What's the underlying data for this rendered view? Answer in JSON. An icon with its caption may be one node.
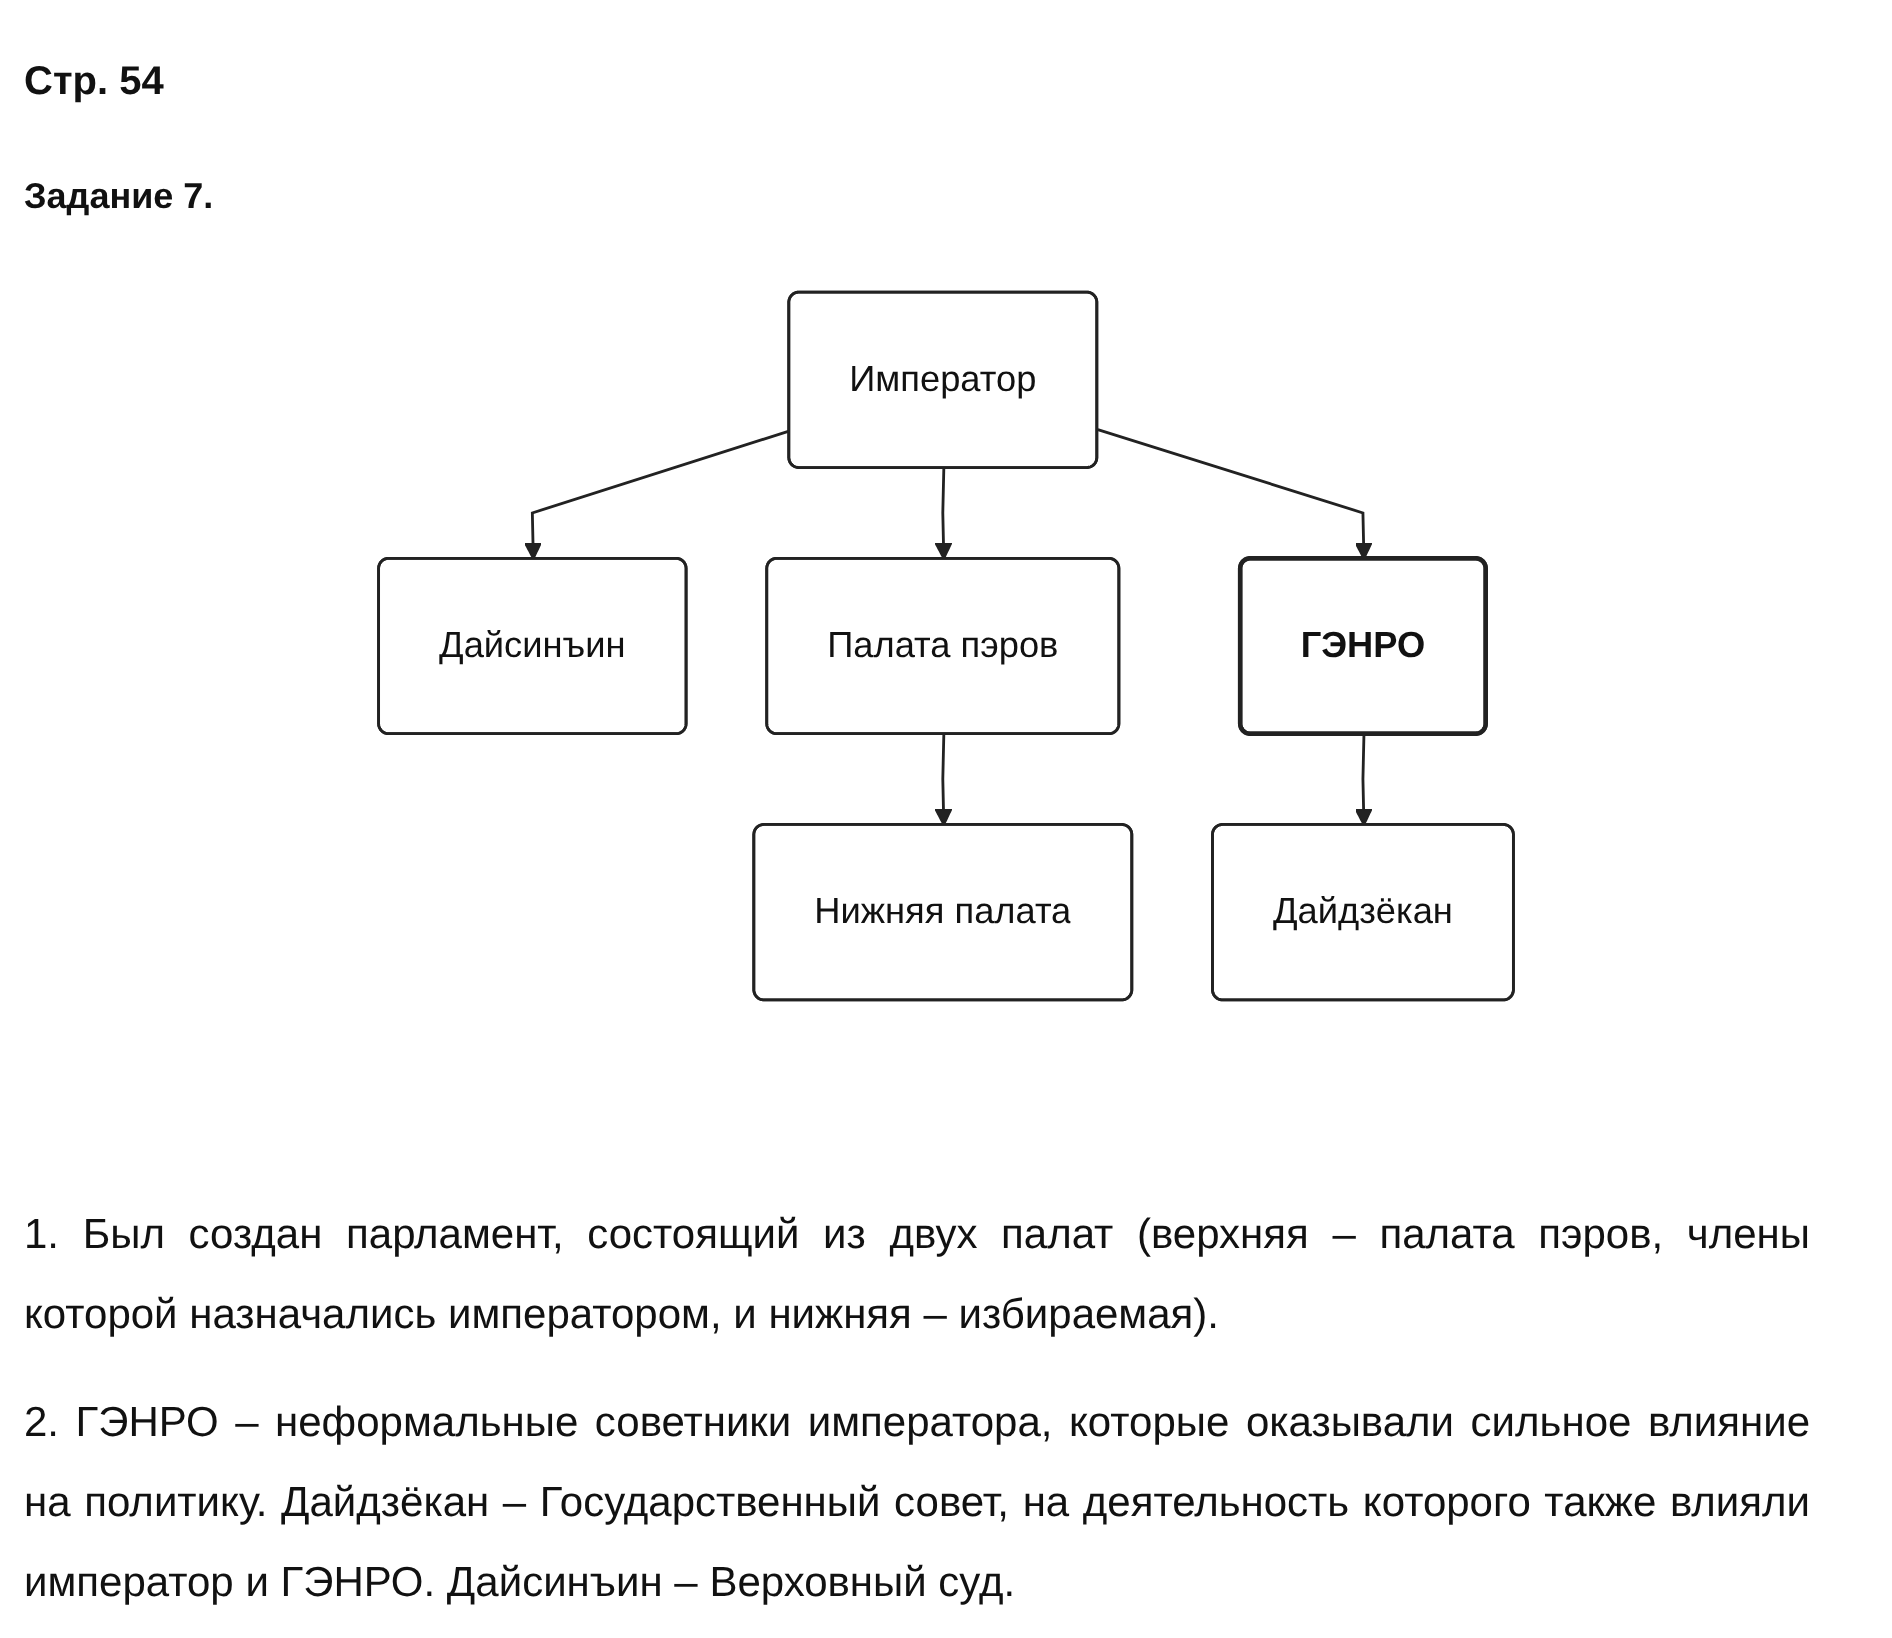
{
  "diagram": {
    "title": "Стр. 54",
    "nodes": [
      {
        "text": [
          "Император"
        ]
      },
      {
        "text": [
          "Дайсинъин"
        ]
      },
      {
        "text": [
          "Палата пэров"
        ]
      },
      {
        "text": [
          "Нижняя палата"
        ]
      },
      {
        "text": [
          "ГЭНРО"
        ]
      },
      {
        "text": [
          "Дайдзёкан"
        ]
      }
    ],
    "edges": [
      {
        "from": 0,
        "to": 1,
        "arrow": "to"
      },
      {
        "from": 0,
        "to": 2,
        "arrow": "to"
      },
      {
        "from": 2,
        "to": 3,
        "arrow": "to"
      },
      {
        "from": 0,
        "to": 4,
        "arrow": "to"
      },
      {
        "from": 4,
        "to": 5,
        "arrow": "to"
      }
    ],
    "labels": [
      "Задание 7.",
      "1. Был создан парламент, состоящий из двух палат (верхняя – палата пэров, члены которой назначались императором, и нижняя – избираемая).",
      "2. ГЭНРО – неформальные советники императора, которые оказывали сильное влияние на политику. Дайдзёкан – Государственный совет, на деятельность которого также влияли император и ГЭНРО. Дайсинъин – Верховный суд."
    ]
  }
}
